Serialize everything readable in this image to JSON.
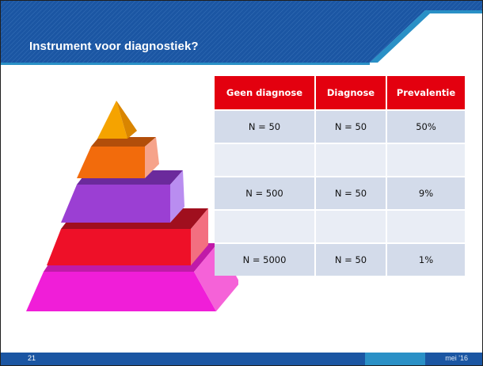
{
  "slide": {
    "title": "Instrument voor diagnostiek?",
    "page_number": "21",
    "date": "mei '16"
  },
  "colors": {
    "header_blue": "#1b56a3",
    "header_accent": "#2a90c6",
    "table_header": "#e3000f",
    "row_odd": "#d3dbea",
    "row_even": "#e9edf5"
  },
  "table": {
    "headers": [
      "Geen diagnose",
      "Diagnose",
      "Prevalentie"
    ],
    "rows": [
      [
        "N = 50",
        "N = 50",
        "50%"
      ],
      [
        "",
        "",
        ""
      ],
      [
        "N = 500",
        "N = 50",
        "9%"
      ],
      [
        "",
        "",
        ""
      ],
      [
        "N = 5000",
        "N = 50",
        "1%"
      ]
    ]
  },
  "pyramid": {
    "layers": [
      {
        "name": "top",
        "color": "#f5a300"
      },
      {
        "name": "layer-2",
        "color": "#f26b0c"
      },
      {
        "name": "layer-3",
        "color": "#9b3fd3"
      },
      {
        "name": "layer-4",
        "color": "#ee1028"
      },
      {
        "name": "base",
        "color": "#f01ed8"
      }
    ]
  }
}
